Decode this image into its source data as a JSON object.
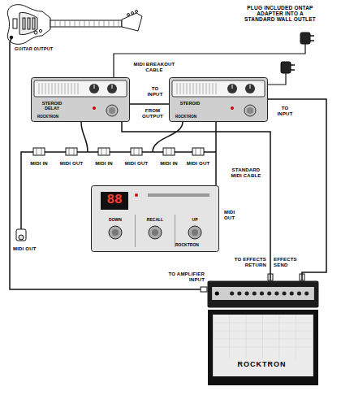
{
  "diagram": {
    "nodes": [
      {
        "text": [
          "STEROID DELAY",
          "ROCKTRON"
        ]
      },
      {
        "text": [
          "STEROID",
          "ROCKTRON"
        ]
      },
      {
        "text": [
          "88",
          "DOWN",
          "RECALL",
          "UP",
          "ROCKTRON"
        ]
      },
      {
        "text": [
          "ROCKTRON"
        ]
      }
    ],
    "edges": [
      {
        "from": 3,
        "to": 1,
        "arrow": "none"
      },
      {
        "from": 1,
        "to": 0,
        "arrow": "none"
      },
      {
        "from": 0,
        "to": 3,
        "arrow": "none"
      },
      {
        "from": 2,
        "to": 1,
        "arrow": "none"
      }
    ],
    "labels": [
      "GUITAR OUTPUT",
      "PLUG INCLUDED ONTAP ADAPTER INTO A STANDARD WALL OUTLET",
      "MIDI BREAKOUT CABLE",
      "TO INPUT",
      "FROM OUTPUT",
      "TO INPUT",
      "MIDI IN",
      "MIDI OUT",
      "MIDI IN",
      "MIDI OUT",
      "MIDI IN",
      "MIDI OUT",
      "STANDARD MIDI CABLE",
      "MIDI OUT",
      "MIDI OUT",
      "TO EFFECTS RETURN",
      "EFFECTS SEND",
      "TO AMPLIFIER INPUT"
    ]
  }
}
